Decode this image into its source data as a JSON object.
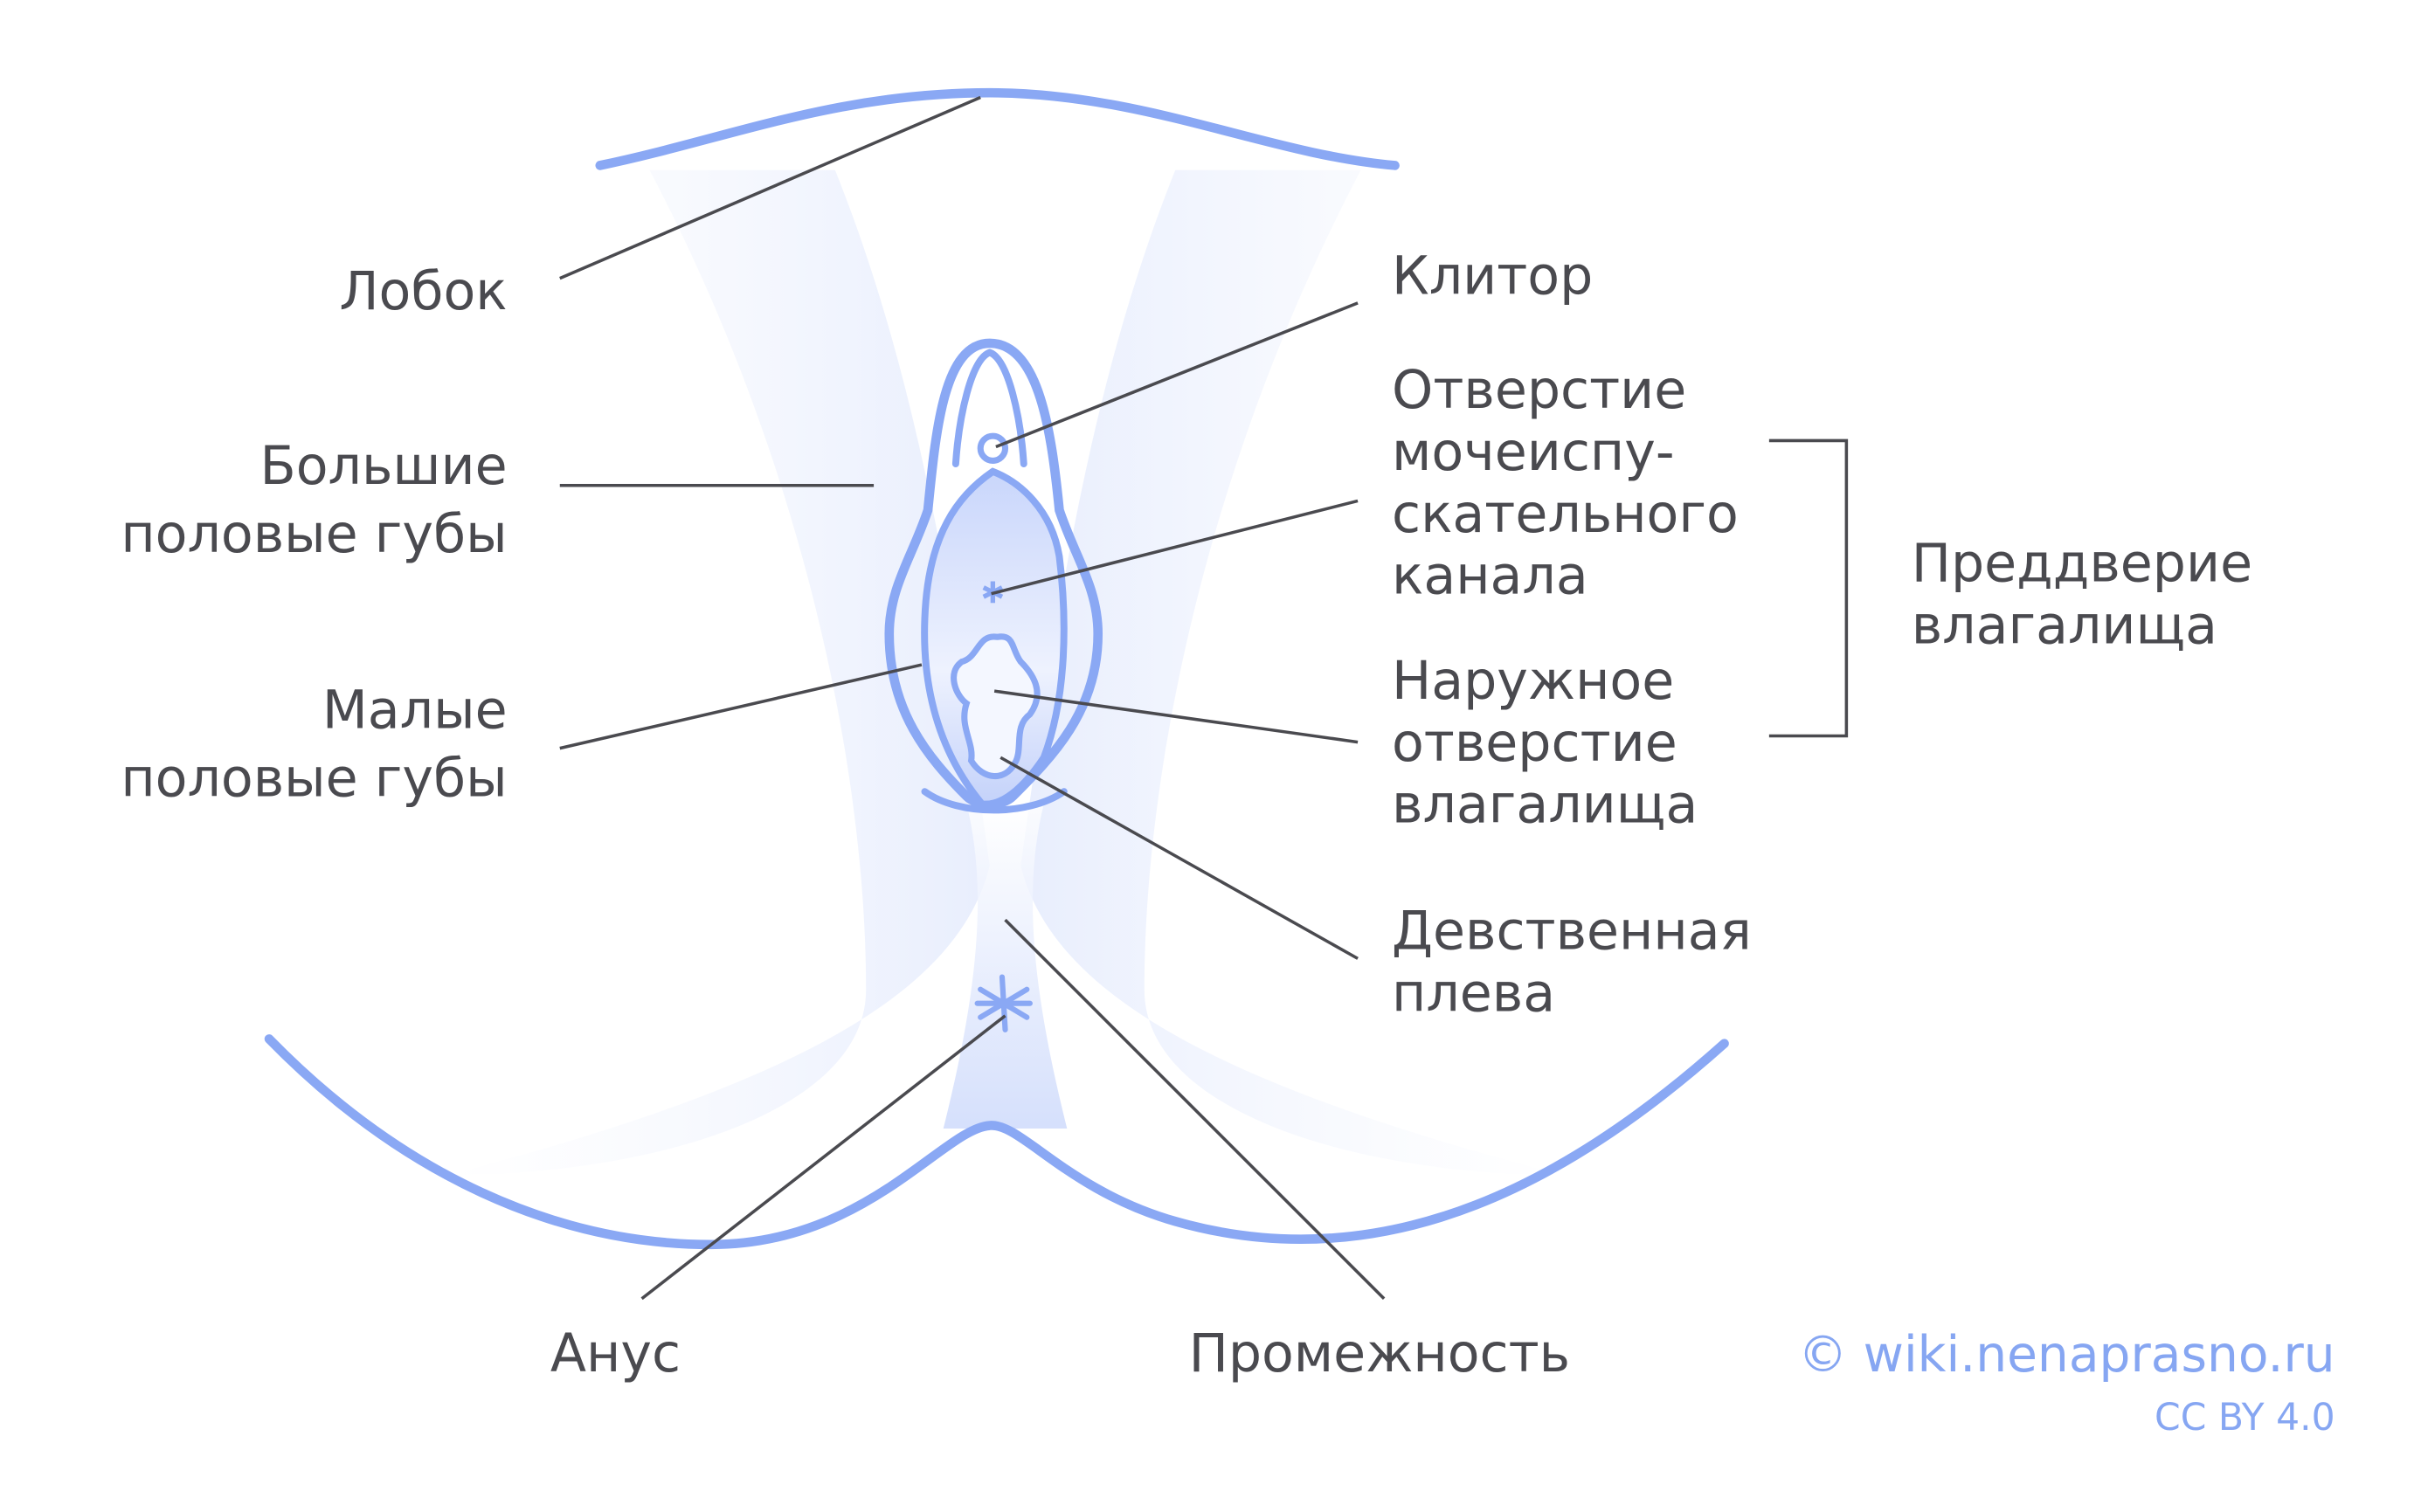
{
  "diagram": {
    "type": "anatomical-labeled-illustration",
    "colors": {
      "outline": "#8aa8f4",
      "shading": "#dfe6fb",
      "label_text": "#4a4a4f",
      "leader_line": "#4a4a4f",
      "credit": "#86a6f2"
    },
    "labels_left": {
      "pubis": "Лобок",
      "labia_majora_line1": "Большие",
      "labia_majora_line2": "половые губы",
      "labia_minora_line1": "Малые",
      "labia_minora_line2": "половые губы"
    },
    "labels_right": {
      "clitoris": "Клитор",
      "urethra_line1": "Отверстие",
      "urethra_line2": "мочеиспу-",
      "urethra_line3": "скательного",
      "urethra_line4": "канала",
      "vagina_line1": "Наружное",
      "vagina_line2": "отверстие",
      "vagina_line3": "влагалища",
      "hymen_line1": "Девственная",
      "hymen_line2": "плева"
    },
    "group_label": {
      "line1": "Преддверие",
      "line2": "влагалища"
    },
    "labels_bottom": {
      "anus": "Анус",
      "perineum": "Промежность"
    },
    "credit": {
      "site": "© wiki.nenaprasno.ru",
      "license": "CC BY 4.0"
    }
  }
}
